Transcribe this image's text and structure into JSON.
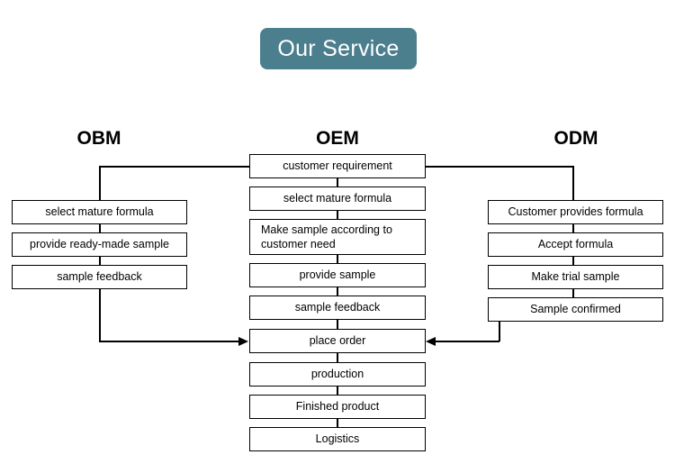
{
  "title_banner": {
    "text": "Our Service",
    "background_color": "#4c7f8e",
    "text_color": "#ffffff"
  },
  "columns": {
    "left": {
      "heading": "OBM",
      "boxes": [
        {
          "label": "select mature formula"
        },
        {
          "label": "provide ready-made sample"
        },
        {
          "label": "sample feedback"
        }
      ]
    },
    "center": {
      "heading": "OEM",
      "boxes": [
        {
          "label": "customer requirement"
        },
        {
          "label": "select mature formula"
        },
        {
          "label": "Make sample according to customer need"
        },
        {
          "label": "provide sample"
        },
        {
          "label": "sample feedback"
        },
        {
          "label": "place order"
        },
        {
          "label": "production"
        },
        {
          "label": "Finished product"
        },
        {
          "label": "Logistics"
        }
      ]
    },
    "right": {
      "heading": "ODM",
      "boxes": [
        {
          "label": "Customer provides formula"
        },
        {
          "label": "Accept formula"
        },
        {
          "label": "Make trial sample"
        },
        {
          "label": "Sample confirmed"
        }
      ]
    }
  },
  "colors": {
    "line": "#000000",
    "box_border": "#000000",
    "background": "#ffffff"
  }
}
